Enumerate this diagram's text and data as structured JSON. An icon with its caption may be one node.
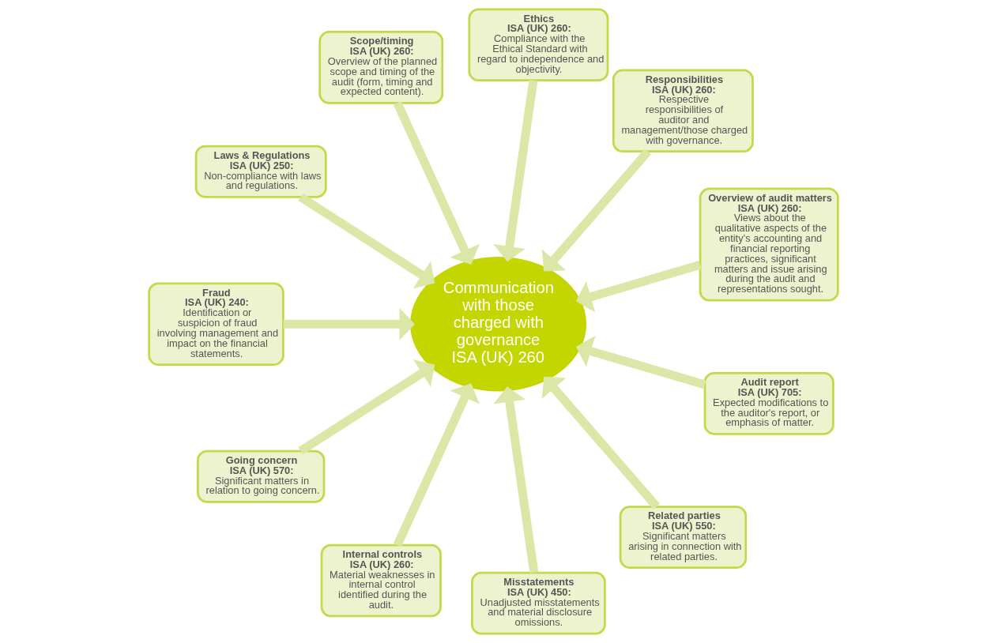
{
  "diagram": {
    "nodes": [
      {
        "text": [
          "Communication with those charged with governance",
          "ISA (UK) 260"
        ]
      },
      {
        "text": [
          "Overview of audit matters",
          "ISA (UK) 260:",
          "Views about the qualitative aspects of the entity’s accounting and financial reporting practices, significant matters and issue arising during the audit and representations sought."
        ]
      },
      {
        "text": [
          "Responsibilities",
          "ISA (UK) 260:",
          "Respective responsibilities of auditor and management/those charged with governance."
        ]
      },
      {
        "text": [
          "Ethics",
          "ISA (UK) 260:",
          "Compliance with the Ethical Standard with regard to independence and objectivity."
        ]
      },
      {
        "text": [
          "Scope/timing",
          "ISA (UK) 260:",
          "Overview of the planned scope and timing of the audit (form, timing and expected content)."
        ]
      },
      {
        "text": [
          "Laws & Regulations",
          "ISA (UK) 250:",
          "Non-compliance with laws and regulations."
        ]
      },
      {
        "text": [
          "Fraud",
          "ISA (UK) 240:",
          "Identification or suspicion of fraud involving management and impact on the financial statements."
        ]
      },
      {
        "text": [
          "Going concern",
          "ISA (UK) 570:",
          "Significant matters in relation to going concern."
        ]
      },
      {
        "text": [
          "Internal controls",
          "ISA (UK) 260:",
          "Material weaknesses in internal control identified during the audit."
        ]
      },
      {
        "text": [
          "Misstatements",
          "ISA (UK) 450:",
          "Unadjusted misstatements and material disclosure omissions."
        ]
      },
      {
        "text": [
          "Related parties",
          "ISA (UK) 550:",
          "Significant matters arising in connection with related parties."
        ]
      },
      {
        "text": [
          "Audit report",
          "ISA (UK) 705:",
          "Expected modifications to the auditor's report, or emphasis of matter."
        ]
      }
    ],
    "edges": [
      {
        "from": 1,
        "to": 0,
        "arrow": "to"
      },
      {
        "from": 2,
        "to": 0,
        "arrow": "to"
      },
      {
        "from": 3,
        "to": 0,
        "arrow": "to"
      },
      {
        "from": 4,
        "to": 0,
        "arrow": "to"
      },
      {
        "from": 5,
        "to": 0,
        "arrow": "to"
      },
      {
        "from": 6,
        "to": 0,
        "arrow": "to"
      },
      {
        "from": 7,
        "to": 0,
        "arrow": "to"
      },
      {
        "from": 8,
        "to": 0,
        "arrow": "to"
      },
      {
        "from": 9,
        "to": 0,
        "arrow": "to"
      },
      {
        "from": 10,
        "to": 0,
        "arrow": "to"
      },
      {
        "from": 11,
        "to": 0,
        "arrow": "to"
      }
    ]
  }
}
